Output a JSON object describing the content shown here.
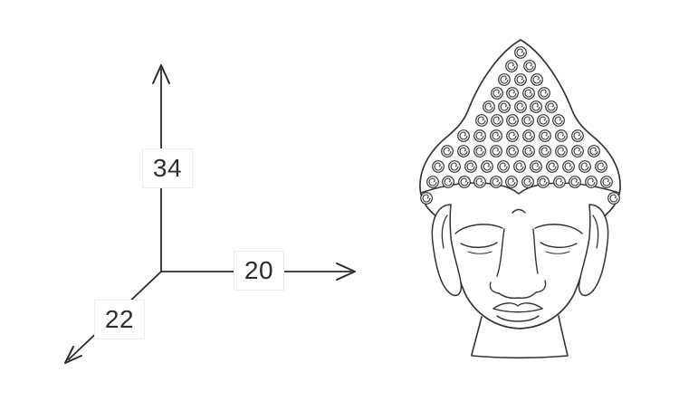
{
  "figure": {
    "type": "product-dimension-diagram",
    "illustration": "buddha-head-line-drawing"
  },
  "dimension_diagram": {
    "labels": {
      "height": "34",
      "width": "20",
      "depth": "22"
    }
  },
  "colors": {
    "axis_stroke": "#2b2b2b",
    "drawing_stroke": "#333333",
    "background": "#ffffff",
    "label_border": "#ececec"
  }
}
